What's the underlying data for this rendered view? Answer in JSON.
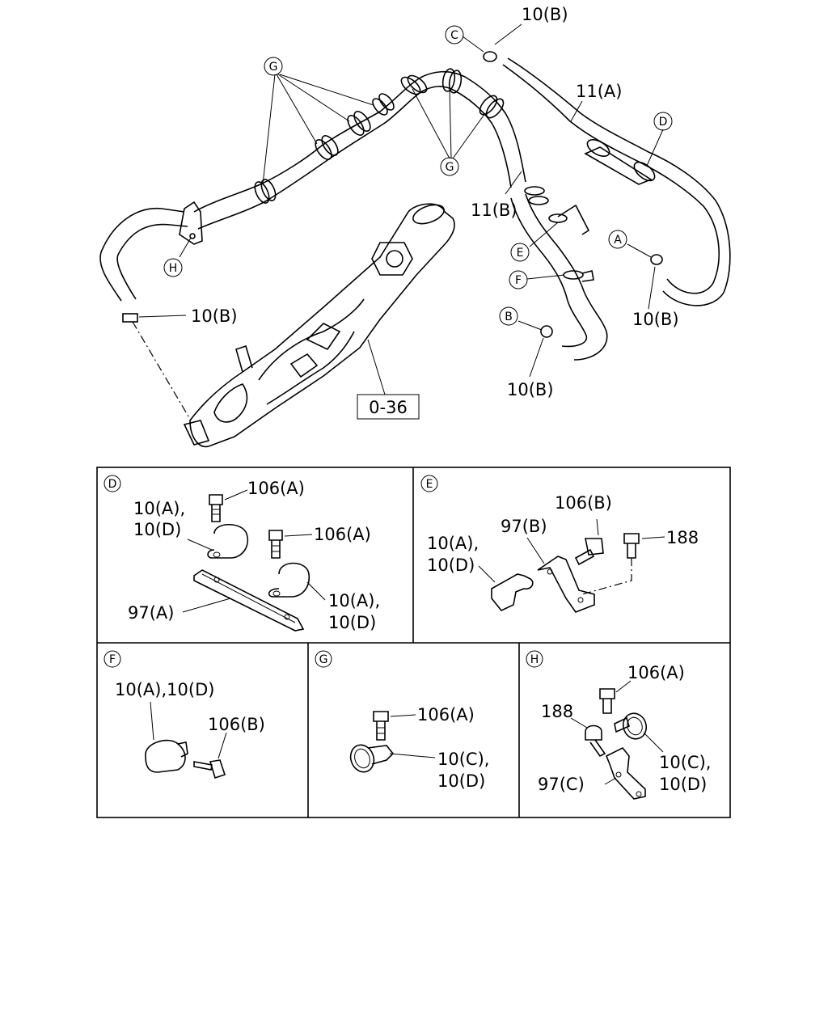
{
  "main_diagram": {
    "part_labels": {
      "c_clamp": "10(B)",
      "hose_upper": "11(A)",
      "hose_lower": "11(B)",
      "a_clamp": "10(B)",
      "b_clamp": "10(B)",
      "h_clamp": "10(B)",
      "reference_box": "0-36"
    },
    "callouts": {
      "A": "A",
      "B": "B",
      "C": "C",
      "D": "D",
      "E": "E",
      "F": "F",
      "G1": "G",
      "G2": "G",
      "H": "H"
    }
  },
  "detail_panels": {
    "D": {
      "letter": "D",
      "bolt_top": "106(A)",
      "bolt_mid": "106(A)",
      "clamp_left_1": "10(A),",
      "clamp_left_2": "10(D)",
      "clamp_right_1": "10(A),",
      "clamp_right_2": "10(D)",
      "bracket": "97(A)"
    },
    "E": {
      "letter": "E",
      "bolt": "106(B)",
      "bracket": "97(B)",
      "bolt2": "188",
      "clamp_1": "10(A),",
      "clamp_2": "10(D)"
    },
    "F": {
      "letter": "F",
      "clamp": "10(A),10(D)",
      "bolt": "106(B)"
    },
    "G": {
      "letter": "G",
      "bolt": "106(A)",
      "clamp_1": "10(C),",
      "clamp_2": "10(D)"
    },
    "H": {
      "letter": "H",
      "bolt": "106(A)",
      "bolt2": "188",
      "clamp_1": "10(C),",
      "clamp_2": "10(D)",
      "bracket": "97(C)"
    }
  }
}
